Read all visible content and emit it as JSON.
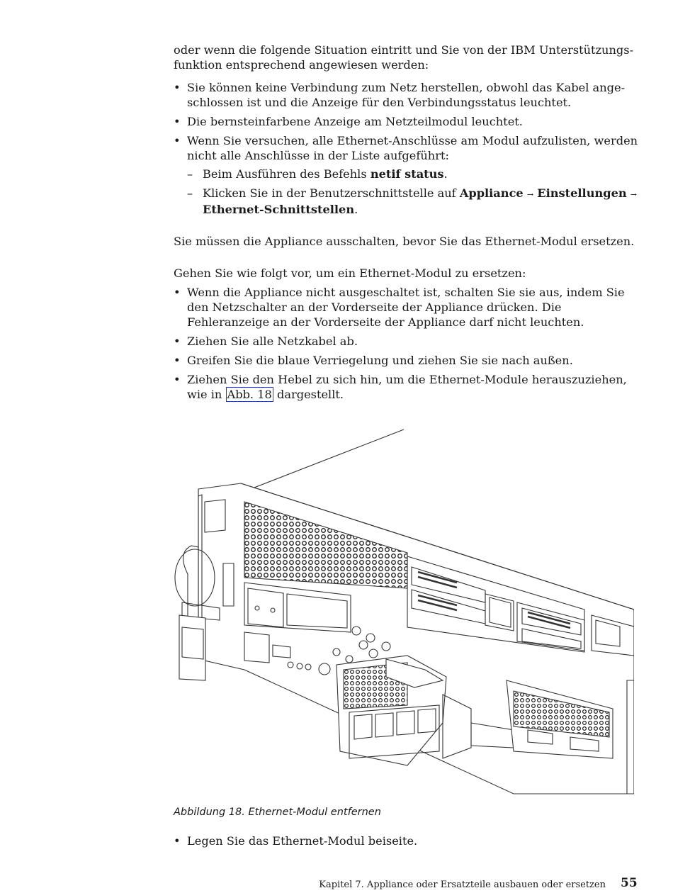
{
  "intro": "oder wenn die folgende Situation eintritt und Sie von der IBM Unterstützungs-funktion entsprechend angewiesen werden:",
  "conditions": {
    "item1": "Sie können keine Verbindung zum Netz herstellen, obwohl das Kabel ange-schlossen ist und die Anzeige für den Verbindungsstatus leuchtet.",
    "item2": "Die bernsteinfarbene Anzeige am Netzteilmodul leuchtet.",
    "item3": "Wenn Sie versuchen, alle Ethernet-Anschlüsse am Modul aufzulisten, werden nicht alle Anschlüsse in der Liste aufgeführt:",
    "sub1": {
      "prefix": "Beim Ausführen des Befehls ",
      "bold": "netif status",
      "suffix": "."
    },
    "sub2": {
      "prefix": "Klicken Sie in der Benutzerschnittstelle auf ",
      "bold1": "Appliance",
      "arrow": "→",
      "bold2": "Einstellungen",
      "bold3": "Ethernet-Schnittstellen",
      "suffix": "."
    }
  },
  "power_off_note": "Sie müssen die Appliance ausschalten, bevor Sie das Ethernet-Modul ersetzen.",
  "procedure_intro": "Gehen Sie wie folgt vor, um ein Ethernet-Modul zu ersetzen:",
  "steps": {
    "s1": "Wenn die Appliance nicht ausgeschaltet ist, schalten Sie sie aus, indem Sie den Netzschalter an der Vorderseite der Appliance drücken. Die Fehleranzeige an der Vorderseite der Appliance darf nicht leuchten.",
    "s2": "Ziehen Sie alle Netzkabel ab.",
    "s3": "Greifen Sie die blaue Verriegelung und ziehen Sie sie nach außen.",
    "s4_prefix": "Ziehen Sie den Hebel zu sich hin, um die Ethernet-Module herauszuziehen, wie in ",
    "s4_link": "Abb. 18",
    "s4_suffix": " dargestellt.",
    "s5": "Legen Sie das Ethernet-Modul beiseite."
  },
  "figure": {
    "caption": "Abbildung 18. Ethernet-Modul entfernen"
  },
  "footer": {
    "chapter": "Kapitel 7. Appliance oder Ersatzteile ausbauen oder ersetzen",
    "page_number": "55"
  },
  "colors": {
    "link_border": "#2a3db0",
    "text": "#1a1a1a"
  }
}
